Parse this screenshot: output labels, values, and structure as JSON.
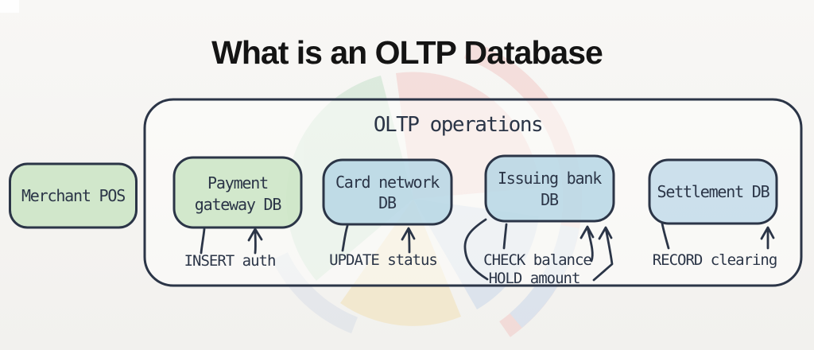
{
  "title": "What is an OLTP Database",
  "colors": {
    "background": "#f8f7f5",
    "background2": "#f2f1ee",
    "title_ink": "#141414",
    "ink": "#2b3547",
    "box_green": "#c9e4c2",
    "box_blue": "#b5d5e4",
    "box_blue_light": "#c3dcea",
    "container_fill": "#fdfdfc",
    "wm_green": "#9fd3ac",
    "wm_red": "#f0a9a6",
    "wm_yellow": "#f2d489",
    "wm_blue": "#a9c3e6",
    "wm_gray_blue": "#c6d1e4"
  },
  "container": {
    "label": "OLTP operations"
  },
  "nodes": {
    "merchant_pos": {
      "label": "Merchant POS"
    },
    "payment_gateway": {
      "line1": "Payment",
      "line2": "gateway DB"
    },
    "card_network": {
      "line1": "Card network",
      "line2": "DB"
    },
    "issuing_bank": {
      "line1": "Issuing bank",
      "line2": "DB"
    },
    "settlement": {
      "label": "Settlement DB"
    }
  },
  "operations": {
    "insert_auth": "INSERT auth",
    "update_status": "UPDATE status",
    "check_balance": "CHECK balance",
    "hold_amount": "HOLD amount",
    "record_clearing": "RECORD clearing"
  }
}
